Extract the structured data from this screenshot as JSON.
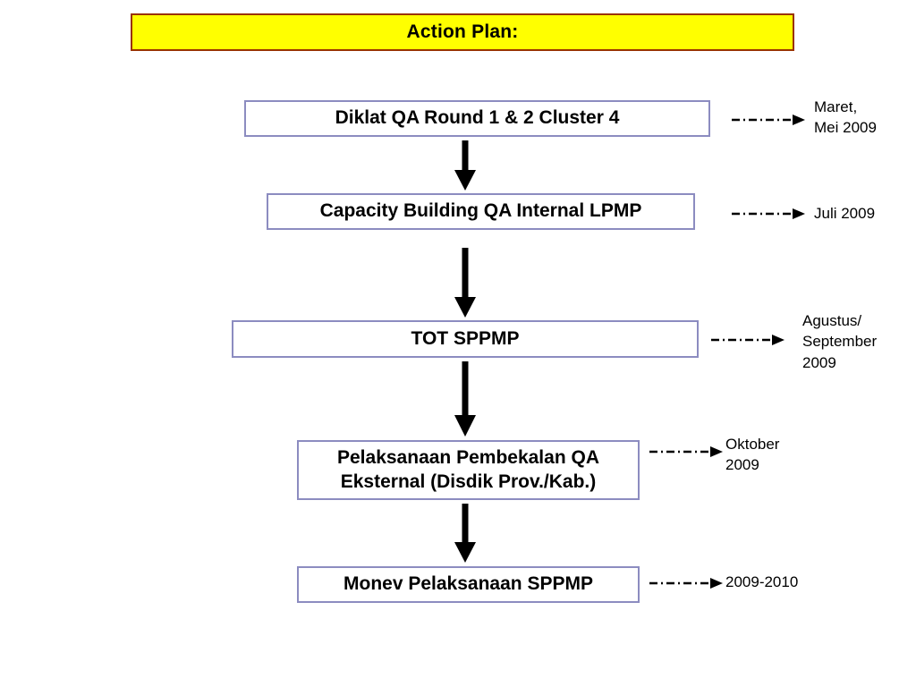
{
  "slide": {
    "title": "Action Plan:",
    "background_color": "#ffffff",
    "title_fill_color": "#ffff00",
    "title_border_color": "#993300",
    "box_border_color": "#8c8cc0",
    "arrow_color": "#000000"
  },
  "steps": [
    {
      "id": "step-1",
      "label": "Diklat QA Round 1 & 2 Cluster 4",
      "date": "Maret,\nMei 2009"
    },
    {
      "id": "step-2",
      "label": "Capacity Building QA Internal LPMP",
      "date": "Juli 2009"
    },
    {
      "id": "step-3",
      "label": "TOT SPPMP",
      "date": "Agustus/\nSeptember\n2009"
    },
    {
      "id": "step-4",
      "label": "Pelaksanaan Pembekalan QA\nEksternal (Disdik Prov./Kab.)",
      "date": "Oktober\n2009"
    },
    {
      "id": "step-5",
      "label": "Monev Pelaksanaan SPPMP",
      "date": "2009-2010"
    }
  ],
  "connectors": [
    {
      "from": "step-1",
      "to": "step-2",
      "type": "solid-down-arrow"
    },
    {
      "from": "step-2",
      "to": "step-3",
      "type": "solid-down-arrow"
    },
    {
      "from": "step-3",
      "to": "step-4",
      "type": "solid-down-arrow"
    },
    {
      "from": "step-4",
      "to": "step-5",
      "type": "solid-down-arrow"
    }
  ],
  "date_connectors": [
    {
      "for": "step-1",
      "type": "dash-dot-arrow"
    },
    {
      "for": "step-2",
      "type": "dash-dot-arrow"
    },
    {
      "for": "step-3",
      "type": "dash-dot-arrow"
    },
    {
      "for": "step-4",
      "type": "dash-dot-arrow"
    },
    {
      "for": "step-5",
      "type": "dash-dot-arrow"
    }
  ]
}
